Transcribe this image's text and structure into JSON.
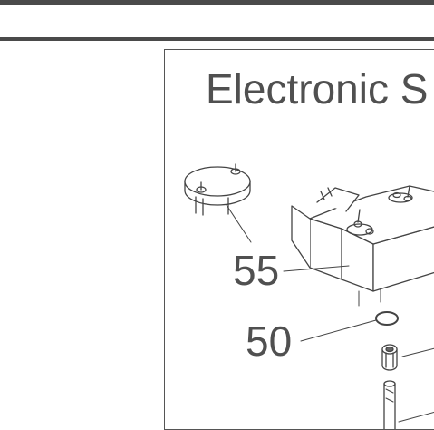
{
  "document": {
    "diagram": {
      "title": "Electronic S",
      "callouts": [
        {
          "label": "55"
        },
        {
          "label": "50"
        }
      ]
    }
  }
}
